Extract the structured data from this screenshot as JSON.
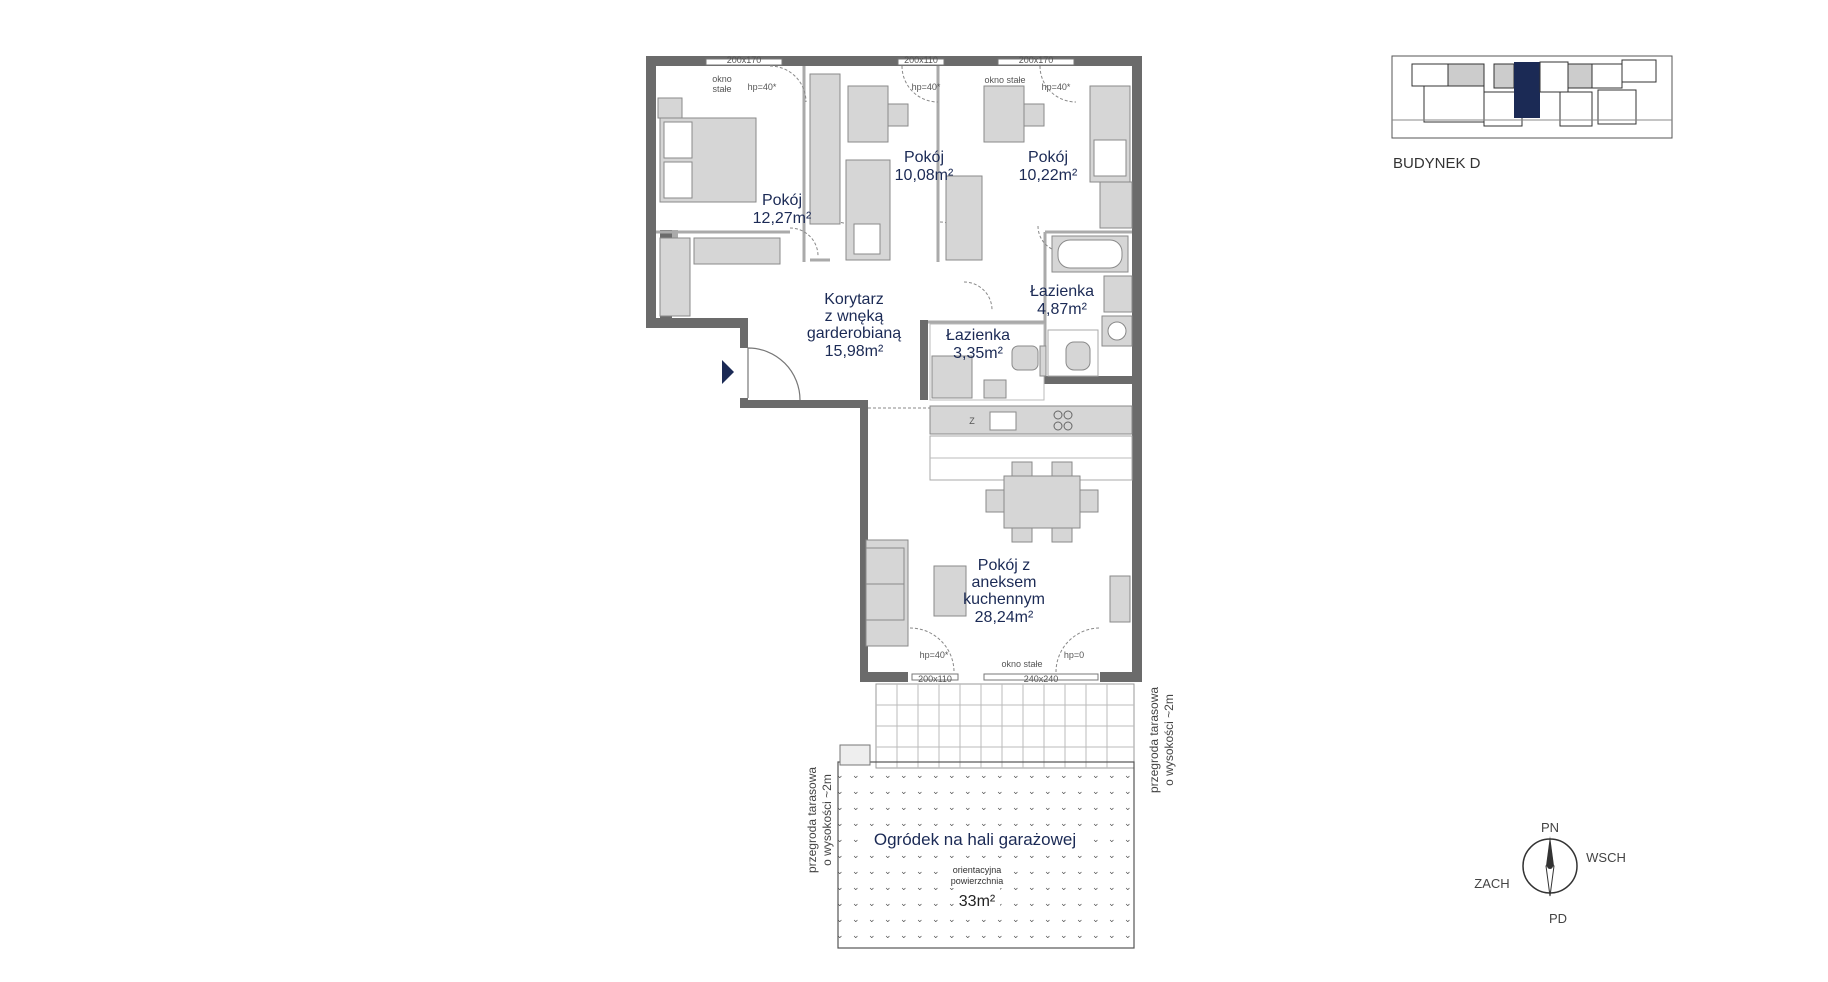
{
  "rooms": {
    "pokoj1": {
      "name": "Pokój",
      "area": "12,27m²"
    },
    "pokoj2": {
      "name": "Pokój",
      "area": "10,08m²"
    },
    "pokoj3": {
      "name": "Pokój",
      "area": "10,22m²"
    },
    "korytarz": {
      "line1": "Korytarz",
      "line2": "z wnęką",
      "line3": "garderobianą",
      "area": "15,98m²"
    },
    "lazienka1": {
      "name": "Łazienka",
      "area": "4,87m²"
    },
    "lazienka2": {
      "name": "Łazienka",
      "area": "3,35m²"
    },
    "salon": {
      "line1": "Pokój z",
      "line2": "aneksem",
      "line3": "kuchennym",
      "area": "28,24m²"
    },
    "ogrodek": {
      "name": "Ogródek na hali garażowej",
      "note1": "orientacyjna",
      "note2": "powierzchnia",
      "area": "33m²"
    }
  },
  "windows": {
    "w1": "200x170",
    "w2": "200x110",
    "w3": "200x170",
    "w4": "200x110",
    "w5": "240x240"
  },
  "annotations": {
    "hp40": "hp=40*",
    "hp0": "hp=0",
    "okno_stale_l1": "okno",
    "okno_stale_l2": "stałe",
    "okno_stale": "okno stałe",
    "fridge": "Z",
    "przegroda_l1": "przegroda tarasowa",
    "przegroda_l2": "o wysokości ~2m"
  },
  "building": {
    "label": "BUDYNEK D",
    "highlight_color": "#1b2a55"
  },
  "compass": {
    "n": "PN",
    "s": "PD",
    "e": "WSCH",
    "w": "ZACH"
  },
  "colors": {
    "accent": "#1b2a55",
    "wall": "#6b6b6b"
  }
}
